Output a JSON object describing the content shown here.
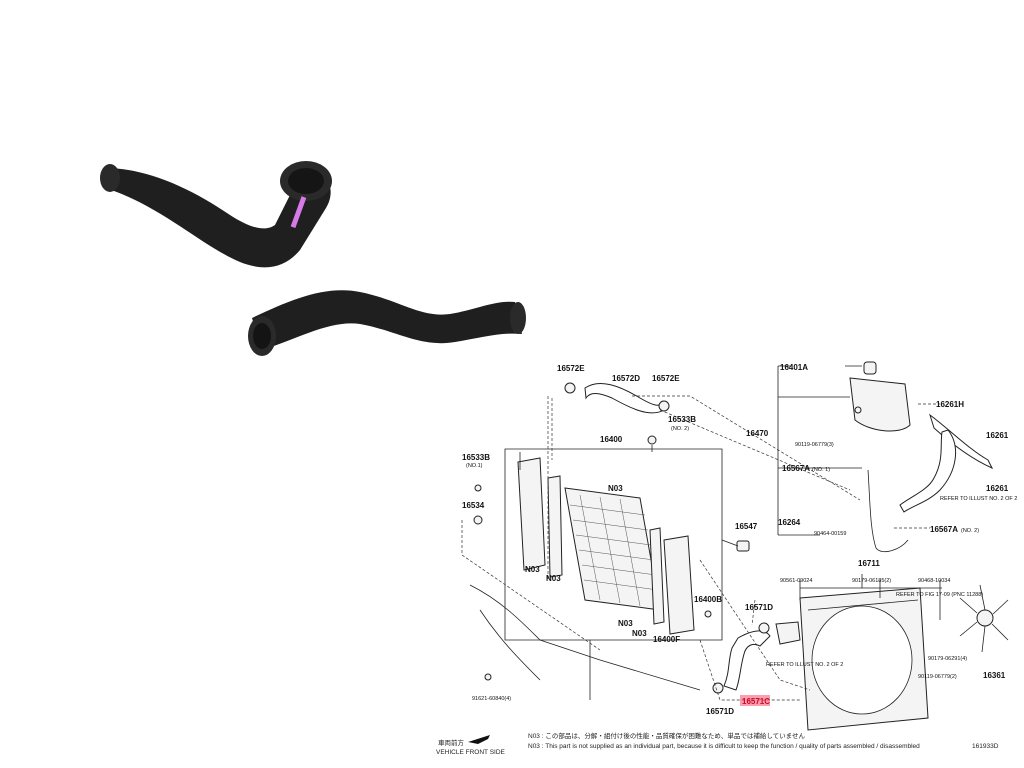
{
  "colors": {
    "hose": "#1e1e1e",
    "highlight": "#ff4d6d",
    "marking": "#d77ae8"
  },
  "labels": {
    "p16572E_a": "16572E",
    "p16572D": "16572D",
    "p16572E_b": "16572E",
    "p16533B_a": "16533B",
    "p16533B_a_note": "(NO. 2)",
    "p16400": "16400",
    "p16533B_b": "16533B",
    "p16533B_b_note": "(NO.1)",
    "p16534": "16534",
    "n03_1": "N03",
    "n03_2": "N03",
    "n03_3": "N03",
    "n03_4": "N03",
    "n03_5": "N03",
    "p16547": "16547",
    "p16400B": "16400B",
    "p16400F": "16400F",
    "p16571D_a": "16571D",
    "p16571D_b": "16571D",
    "p16571C": "16571C",
    "refer_a": "REFER TO ILLUST NO. 2 OF 2",
    "p91621": "91621-60840(4)",
    "p16401A": "16401A",
    "p16261H": "16261H",
    "p16470": "16470",
    "p90119_a": "90119-06779(3)",
    "p16567A_a": "16567A",
    "p16567A_a_note": "(NO. 1)",
    "refer_b": "REFER TO ILLUST NO. 2 OF 2",
    "p16264": "16264",
    "p90464": "90464-00159",
    "p16567A_b": "16567A",
    "p16567A_b_note": "(NO. 2)",
    "p16261_a": "16261",
    "p16261_b": "16261",
    "p16711": "16711",
    "p90561": "90561-09024",
    "p90179_a": "90179-06185(2)",
    "p90468": "90468-10034",
    "refer_c": "REFER TO FIG 17-09 (PNC 11288)",
    "p90179_b": "90179-06291(4)",
    "p90119_b": "90119-06779(2)",
    "p16361": "16361"
  },
  "footer": {
    "front_label": "車両前方",
    "front_sub": "VEHICLE FRONT SIDE",
    "note_ja": "N03 : この部品は、分解・組付け後の性能・品質確保が困難なため、単品では補給していません",
    "note_en": "N03 : This part is not supplied as an individual part, because it is difficult to keep the function / quality of parts assembled / disassembled",
    "code": "161933D"
  }
}
